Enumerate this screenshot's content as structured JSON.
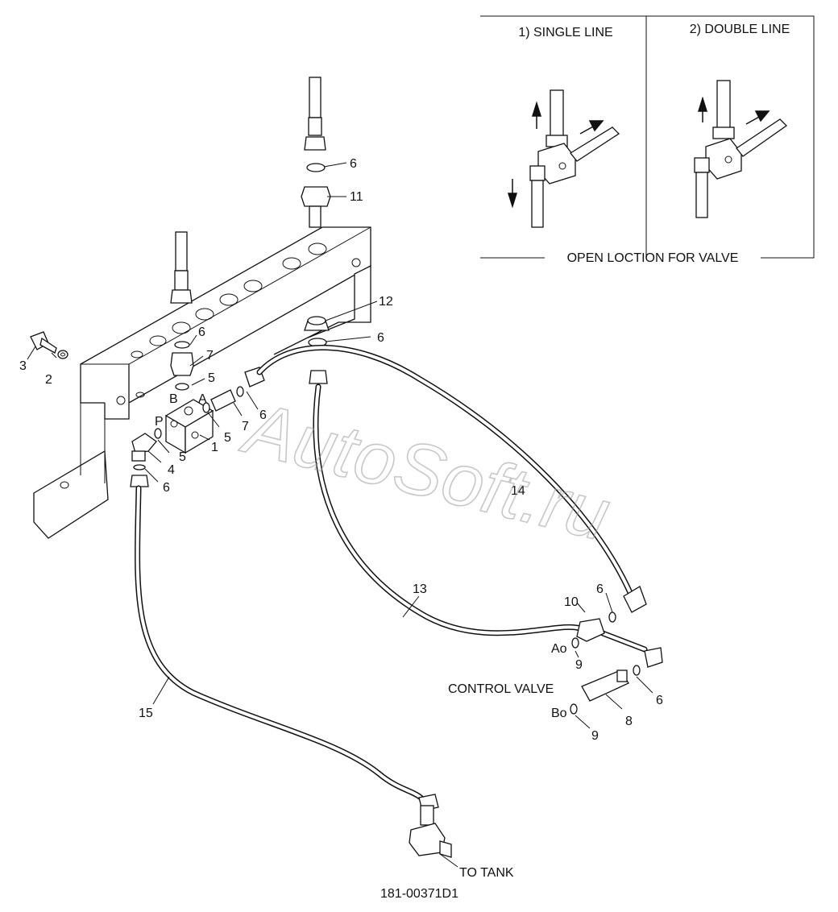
{
  "inset": {
    "single_line_title": "1) SINGLE LINE",
    "double_line_title": "2) DOUBLE LINE",
    "caption": "OPEN LOCTION FOR VALVE"
  },
  "labels": {
    "l1": "1",
    "l2": "2",
    "l3": "3",
    "l4": "4",
    "l5a": "5",
    "l5b": "5",
    "l5c": "5",
    "l6a": "6",
    "l6b": "6",
    "l6c": "6",
    "l6d": "6",
    "l6e": "6",
    "l6f": "6",
    "l6g": "6",
    "l7a": "7",
    "l7b": "7",
    "l8": "8",
    "l9a": "9",
    "l9b": "9",
    "l10": "10",
    "l11": "11",
    "l12": "12",
    "l13": "13",
    "l14": "14",
    "l15": "15",
    "port_a": "A",
    "port_b": "B",
    "port_p": "P",
    "port_ao": "Ao",
    "port_bo": "Bo"
  },
  "callouts": {
    "control_valve": "CONTROL VALVE",
    "to_tank": "TO TANK"
  },
  "drawing_number": "181-00371D1",
  "watermark": "AutoSoft.ru"
}
